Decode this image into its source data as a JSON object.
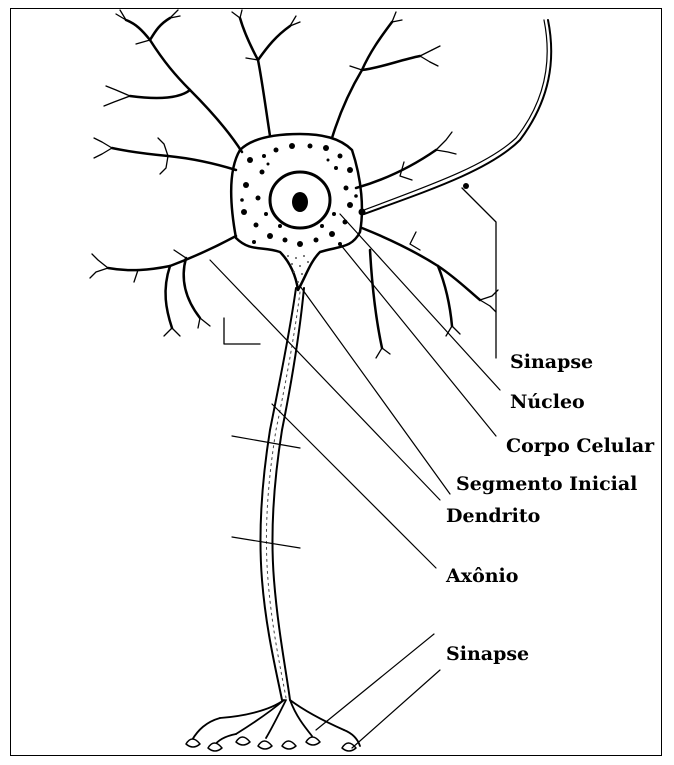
{
  "diagram": {
    "labels": {
      "sinapse_top": "Sinapse",
      "nucleo": "Núcleo",
      "corpo_celular": "Corpo Celular",
      "segmento_inicial": "Segmento Inicial",
      "dendrito": "Dendrito",
      "axonio": "Axônio",
      "sinapse_bottom": "Sinapse"
    }
  }
}
